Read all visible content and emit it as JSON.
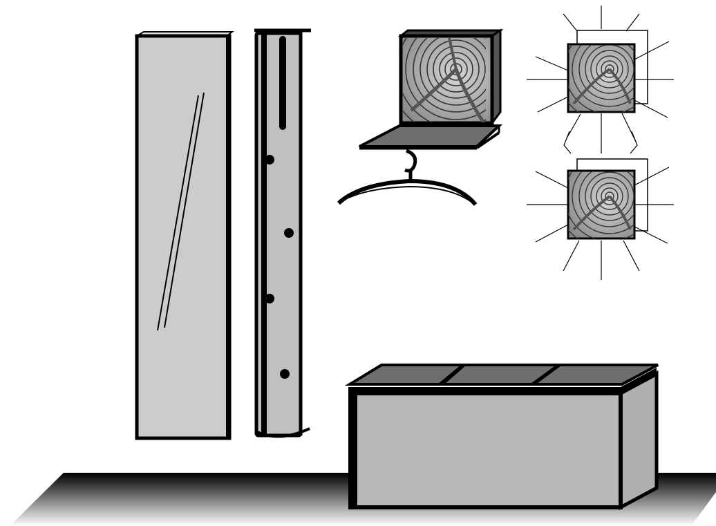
{
  "scene": {
    "items": [
      {
        "name": "wall-mirror",
        "kind": "mirror"
      },
      {
        "name": "coat-rack-panel",
        "kind": "panel with 4 hooks"
      },
      {
        "name": "wood-shelf-with-hanger",
        "kind": "shelf with coat hanger"
      },
      {
        "name": "wood-cube-light-top",
        "kind": "illuminated cube"
      },
      {
        "name": "wood-cube-light-bottom",
        "kind": "illuminated cube"
      },
      {
        "name": "storage-bench",
        "kind": "bench with 3 cushions"
      }
    ],
    "colors": {
      "outline": "#000000",
      "panel_fill": "#c8c8c8",
      "mirror_fill": "#cccccc",
      "wood_fill": "#9a9a9a",
      "cushion_fill": "#6e6e6e",
      "floor_dark": "#000000",
      "floor_light": "#ffffff"
    }
  }
}
